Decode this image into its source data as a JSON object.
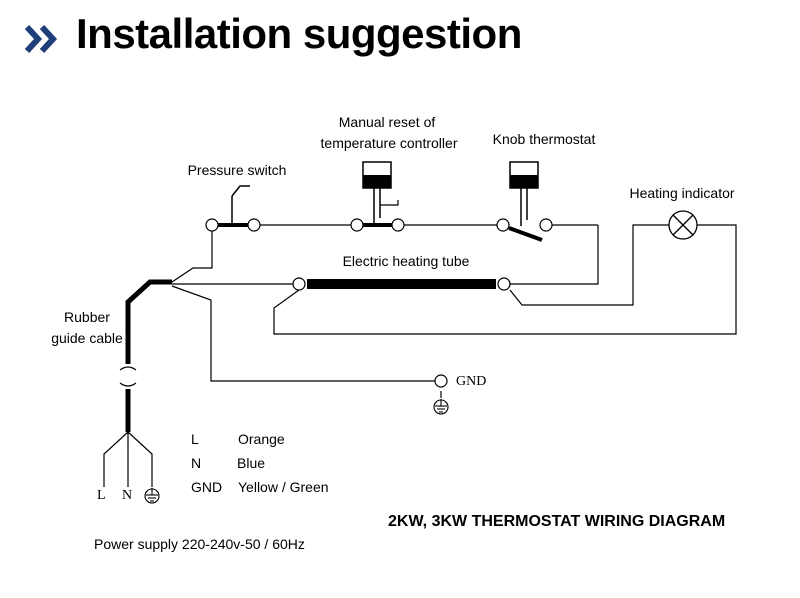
{
  "heading": "Installation suggestion",
  "labels": {
    "pressure_switch": "Pressure switch",
    "manual_reset_line1": "Manual reset of",
    "manual_reset_line2": "temperature controller",
    "knob_thermostat": "Knob thermostat",
    "heating_indicator": "Heating indicator",
    "electric_heating_tube": "Electric heating tube",
    "rubber_cable_line1": "Rubber",
    "rubber_cable_line2": "guide cable",
    "gnd": "GND",
    "terminal_l": "L",
    "terminal_n": "N"
  },
  "legend": [
    {
      "code": "L",
      "color": "Orange"
    },
    {
      "code": "N",
      "color": "Blue"
    },
    {
      "code": "GND",
      "color": "Yellow / Green"
    }
  ],
  "diagram_title": "2KW, 3KW THERMOSTAT WIRING DIAGRAM",
  "power_supply": "Power supply 220-240v-50 / 60Hz",
  "colors": {
    "accent": "#1f3f7a",
    "line": "#000000"
  }
}
